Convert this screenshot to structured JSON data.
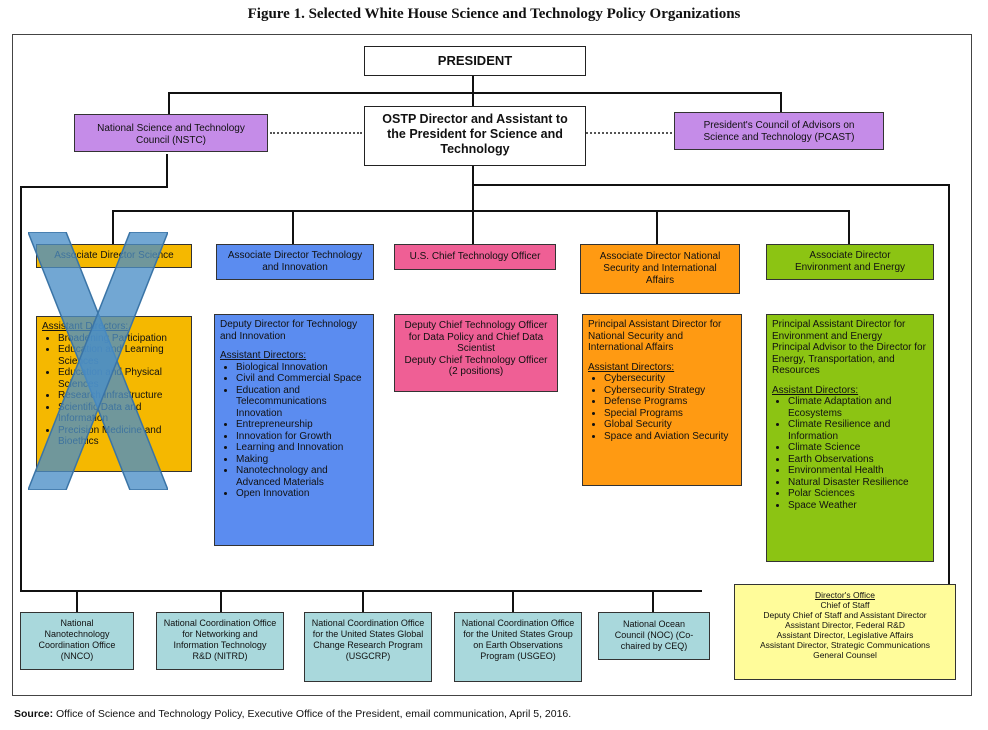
{
  "title": "Figure 1. Selected White House Science and Technology Policy Organizations",
  "source_label": "Source:",
  "source_text": " Office of Science and Technology Policy, Executive Office of the President, email communication, April 5, 2016.",
  "president": "PRESIDENT",
  "nstc": "National Science and Technology Council (NSTC)",
  "ostp": "OSTP Director and Assistant to the President for Science and Technology",
  "pcast": "President's Council of Advisors on Science and Technology (PCAST)",
  "colors": {
    "purple": "#c58ce8",
    "yellow": "#f5b800",
    "blue": "#5b8cf0",
    "pink": "#ef5f95",
    "orange": "#ff9a12",
    "green": "#8cc413",
    "lightblue": "#a9d8dc",
    "paleyellow": "#fffc9a",
    "xmark": "#4a8ec6"
  },
  "directors": {
    "science": "Associate Director Science",
    "tech": "Associate Director Technology and Innovation",
    "cto": "U.S. Chief Technology Officer",
    "nsia": "Associate Director National Security and International Affairs",
    "env": "Associate Director Environment and Energy"
  },
  "science_detail": {
    "heading": "Assistant Directors:",
    "items": [
      "Broadening Participation",
      "Education and Learning Sciences",
      "Education and Physical Sciences",
      "Research Infrastructure",
      "Scientific Data and Information",
      "Precision Medicine and Bioethics"
    ]
  },
  "tech_detail": {
    "deputy": "Deputy Director for Technology and Innovation",
    "heading": "Assistant Directors:",
    "items": [
      "Biological Innovation",
      "Civil and Commercial Space",
      "Education and Telecommunications Innovation",
      "Entrepreneurship",
      "Innovation for Growth",
      "Learning and Innovation",
      "Making",
      "Nanotechnology and Advanced Materials",
      "Open Innovation"
    ]
  },
  "cto_detail": {
    "line1": "Deputy Chief Technology Officer for Data Policy and Chief Data Scientist",
    "line2": "Deputy Chief Technology Officer (2 positions)"
  },
  "nsia_detail": {
    "principal": "Principal Assistant Director for National Security and International Affairs",
    "heading": "Assistant Directors:",
    "items": [
      "Cybersecurity",
      "Cybersecurity Strategy",
      "Defense Programs",
      "Special Programs",
      "Global Security",
      "Space and Aviation Security"
    ]
  },
  "env_detail": {
    "principal1": "Principal Assistant Director for Environment and Energy",
    "principal2": "Principal Advisor to the Director for Energy, Transportation, and Resources",
    "heading": "Assistant Directors:",
    "items": [
      "Climate Adaptation and Ecosystems",
      "Climate Resilience and Information",
      "Climate Science",
      "Earth Observations",
      "Environmental Health",
      "Natural Disaster Resilience",
      "Polar Sciences",
      "Space Weather"
    ]
  },
  "offices": [
    "National Nanotechnology Coordination Office (NNCO)",
    "National Coordination Office for Networking and Information Technology R&D (NITRD)",
    "National Coordination Office for the United States Global Change Research Program (USGCRP)",
    "National Coordination Office for the United States Group on Earth Observations Program (USGEO)",
    "National Ocean Council (NOC) (Co-chaired by CEQ)"
  ],
  "directors_office": {
    "heading": "Director's Office",
    "lines": [
      "Chief of Staff",
      "Deputy Chief of Staff and Assistant Director",
      "Assistant Director, Federal R&D",
      "Assistant Director, Legislative Affairs",
      "Assistant Director, Strategic Communications",
      "General Counsel"
    ]
  }
}
